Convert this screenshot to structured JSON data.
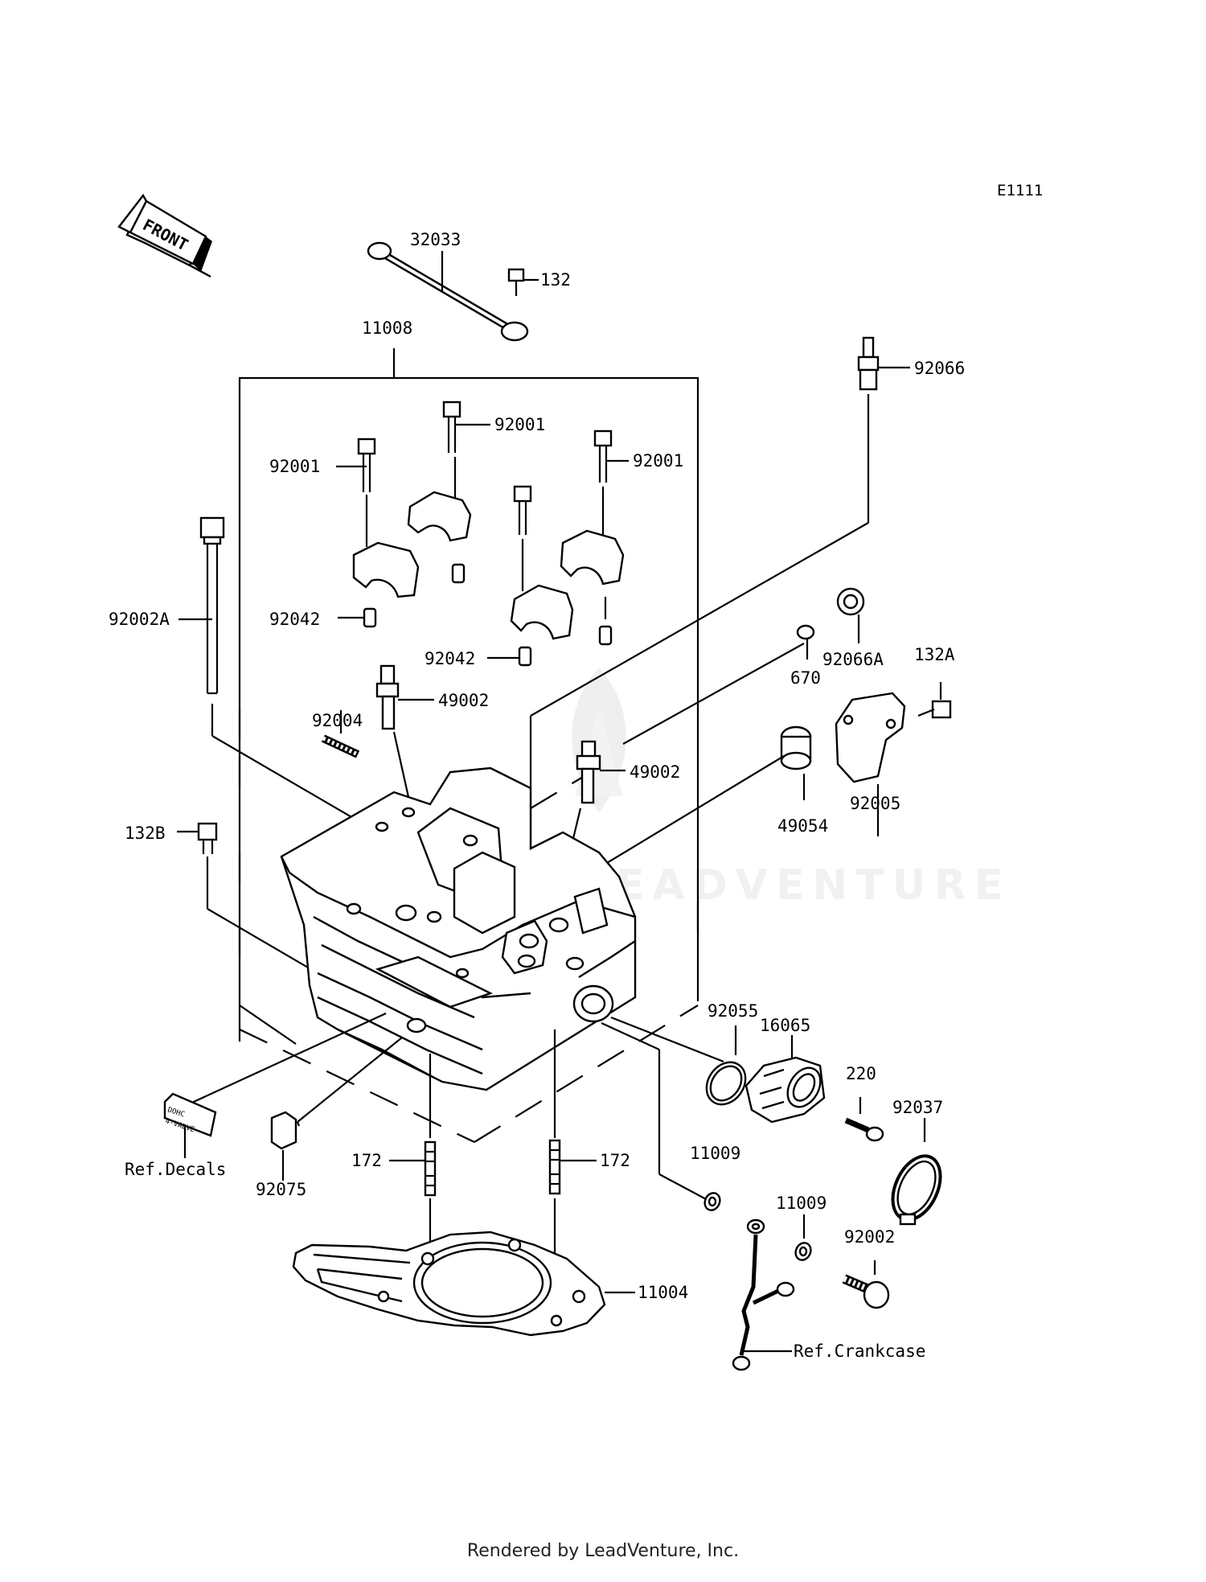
{
  "diagram": {
    "code": "E1111",
    "front_label": "FRONT",
    "watermark": "LEADVENTURE",
    "footer": "Rendered by LeadVenture, Inc.",
    "callouts": {
      "c32033": "32033",
      "c132": "132",
      "c11008": "11008",
      "c92066": "92066",
      "c92001a": "92001",
      "c92001b": "92001",
      "c92001c": "92001",
      "c92002A": "92002A",
      "c92042a": "92042",
      "c92042b": "92042",
      "c92066A": "92066A",
      "c132A": "132A",
      "c670": "670",
      "c49002a": "49002",
      "c92004": "92004",
      "c49002b": "49002",
      "c92005": "92005",
      "c49054": "49054",
      "c132B": "132B",
      "c92055": "92055",
      "c16065": "16065",
      "c220": "220",
      "c92037": "92037",
      "c11009a": "11009",
      "c11009b": "11009",
      "c92002": "92002",
      "c172a": "172",
      "c172b": "172",
      "c11004": "11004",
      "c92075": "92075",
      "refDecals": "Ref.Decals",
      "refCrankcase": "Ref.Crankcase",
      "decal_text_1": "DOHC",
      "decal_text_2": "4-VALVE"
    }
  }
}
